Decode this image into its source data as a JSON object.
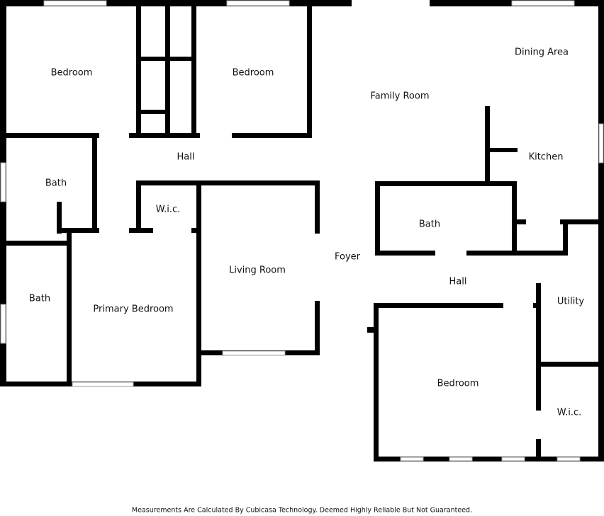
{
  "rooms": {
    "bedroom_top_left": "Bedroom",
    "bedroom_top_mid": "Bedroom",
    "family_room": "Family Room",
    "dining_area": "Dining Area",
    "hall_top": "Hall",
    "kitchen": "Kitchen",
    "bath_left_top": "Bath",
    "wic_left": "W.i.c.",
    "bath_right": "Bath",
    "living_room": "Living Room",
    "foyer": "Foyer",
    "bath_left_bottom": "Bath",
    "primary_bedroom": "Primary Bedroom",
    "hall_right": "Hall",
    "utility": "Utility",
    "bedroom_bottom_right": "Bedroom",
    "wic_right": "W.i.c."
  },
  "footer": "Measurements Are Calculated By Cubicasa Technology. Deemed Highly Reliable But Not Guaranteed."
}
